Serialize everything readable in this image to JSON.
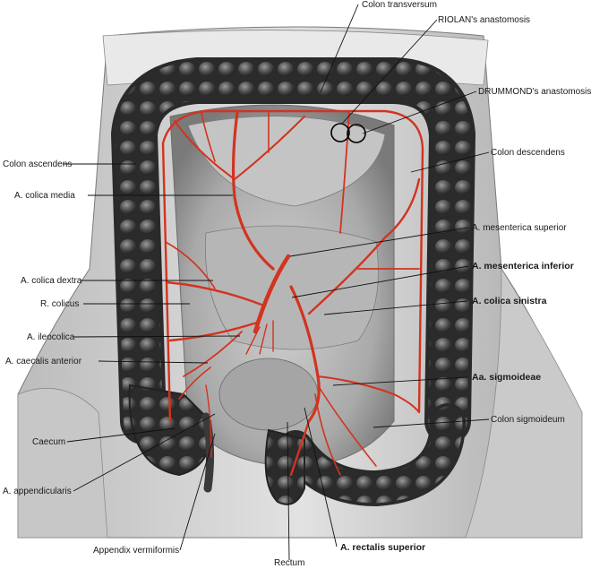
{
  "labels": {
    "colon_transversum": "Colon transversum",
    "riolan": "RIOLAN's anastomosis",
    "drummond": "DRUMMOND's anastomosis",
    "colon_ascendens": "Colon ascendens",
    "colon_descendens": "Colon descendens",
    "colica_media": "A. colica media",
    "mesenterica_superior": "A. mesenterica superior",
    "mesenterica_inferior": "A. mesenterica inferior",
    "colica_dextra": "A. colica dextra",
    "r_colicus": "R. colicus",
    "colica_sinistra": "A. colica sinistra",
    "ileocolica": "A. ileocolica",
    "caecalis_anterior": "A. caecalis anterior",
    "sigmoideae": "Aa. sigmoideae",
    "caecum": "Caecum",
    "colon_sigmoideum": "Colon sigmoideum",
    "appendicularis": "A. appendicularis",
    "appendix": "Appendix vermiformis",
    "rectalis_superior": "A. rectalis superior",
    "rectum": "Rectum"
  },
  "colors": {
    "artery": "#d3331f",
    "tissue_dark": "#3e3e3e",
    "tissue_light": "#d9d9d9"
  }
}
